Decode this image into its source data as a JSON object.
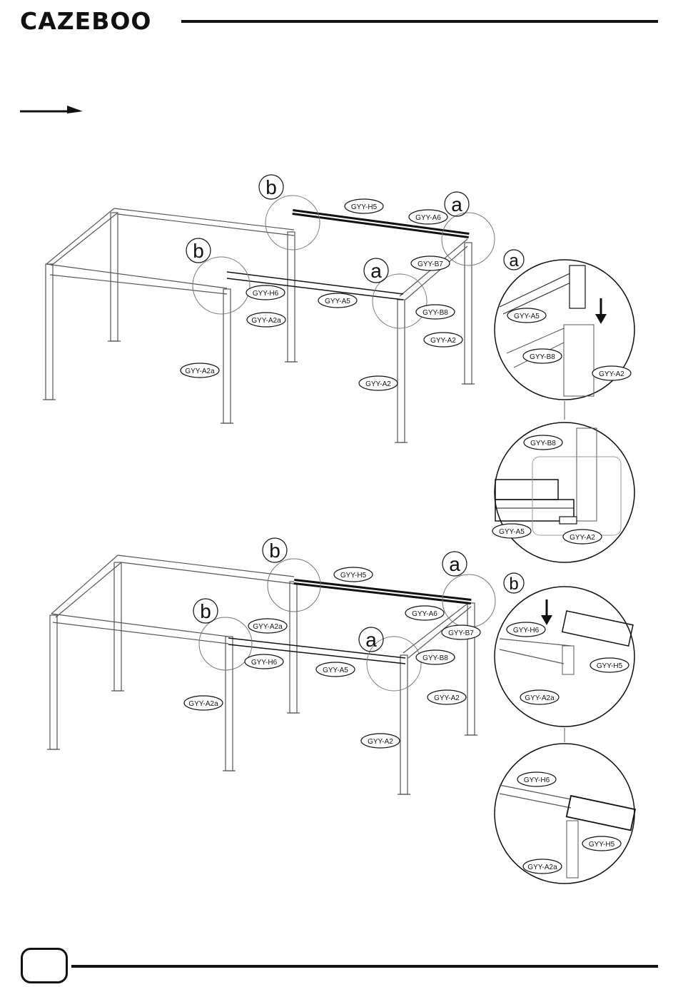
{
  "header": {
    "brand": "CAZEBOO"
  },
  "labels": {
    "a": "a",
    "b": "b",
    "h5": "GYY-H5",
    "a6": "GYY-A6",
    "b7": "GYY-B7",
    "h6": "GYY-H6",
    "a5": "GYY-A5",
    "b8": "GYY-B8",
    "a2": "GYY-A2",
    "a2a": "GYY-A2a"
  },
  "footer": {
    "page_number": ""
  }
}
